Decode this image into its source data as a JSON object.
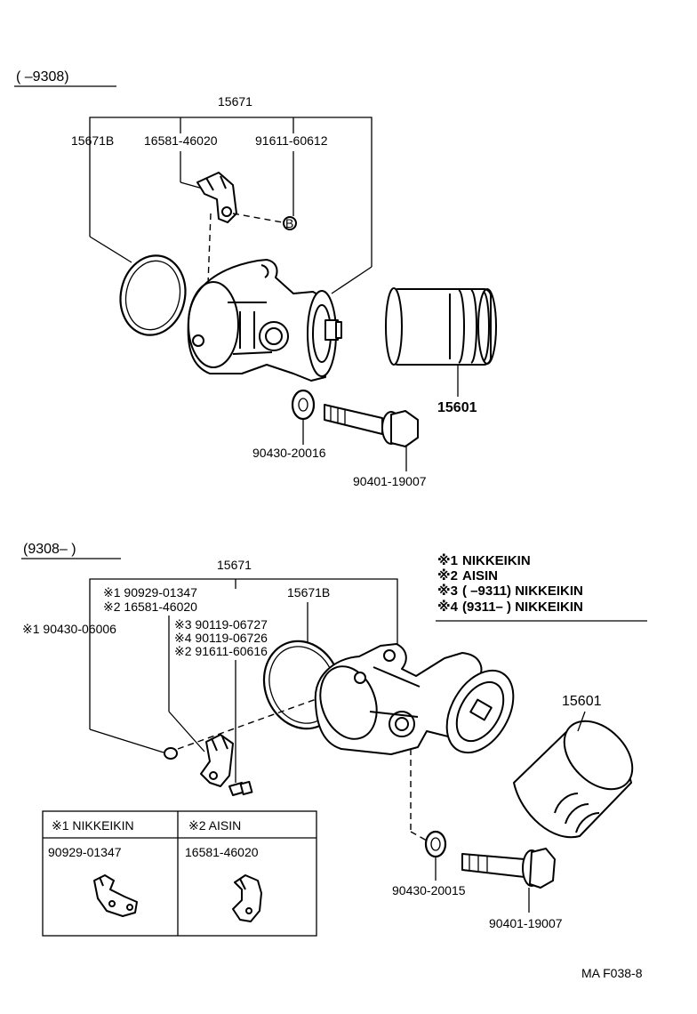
{
  "top_section": {
    "range_label": "(        –9308)",
    "assembly": "15671",
    "gasket": "15671B",
    "bracket": "16581-46020",
    "plug": "91611-60612",
    "plug_marker": "B",
    "filter": "15601",
    "washer": "90430-20016",
    "union_bolt": "90401-19007"
  },
  "bottom_section": {
    "range_label": "(9308–         )",
    "assembly": "15671",
    "gasket": "15671B",
    "bracket_alt1": "※1 90929-01347",
    "bracket_alt2": "※2 16581-46020",
    "cap_nut": "※1 90430-06006",
    "bolt_alt3": "※3 90119-06727",
    "bolt_alt4": "※4 90119-06726",
    "bolt_alt2": "※2 91611-60616",
    "filter": "15601",
    "washer": "90430-20015",
    "union_bolt": "90401-19007"
  },
  "legend": [
    {
      "mark": "※1",
      "text": "NIKKEIKIN"
    },
    {
      "mark": "※2",
      "text": "AISIN"
    },
    {
      "mark": "※3",
      "text": "(          –9311) NIKKEIKIN"
    },
    {
      "mark": "※4",
      "text": "(9311–          ) NIKKEIKIN"
    }
  ],
  "table": {
    "col1_header": "※1 NIKKEIKIN",
    "col2_header": "※2 AISIN",
    "col1_part": "90929-01347",
    "col2_part": "16581-46020"
  },
  "footer_code": "MA  F038-8"
}
